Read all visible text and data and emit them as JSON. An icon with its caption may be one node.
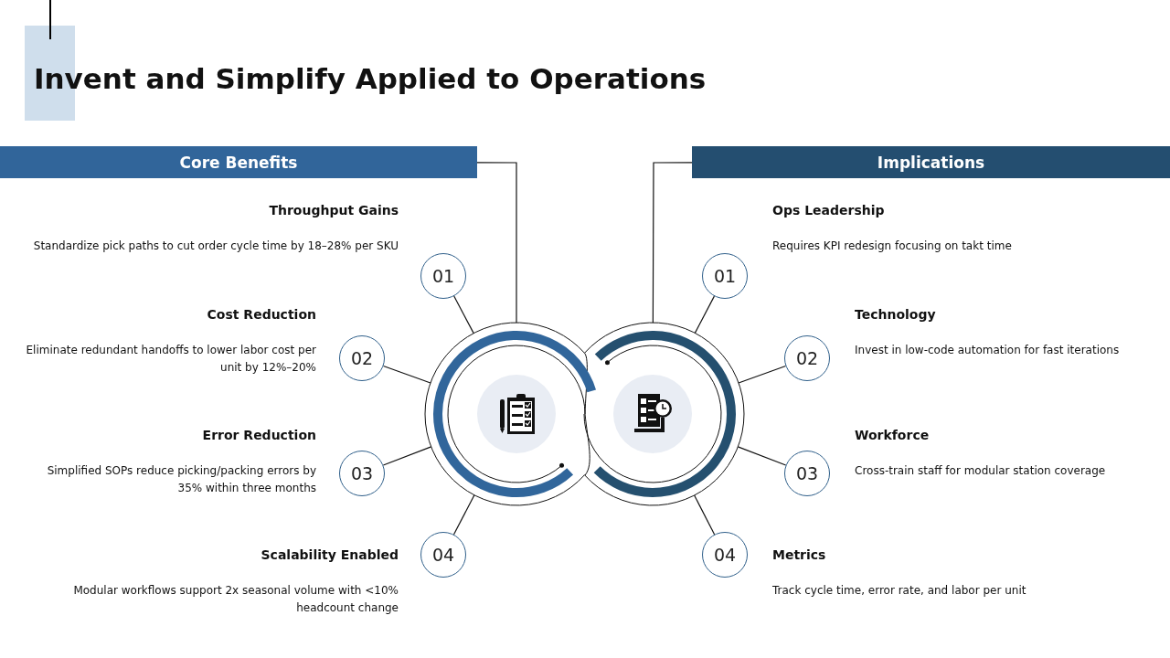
{
  "diagram": {
    "title": "Invent and Simplify Applied to Operations",
    "nodes": [
      {
        "text": [
          "Core Benefits"
        ]
      },
      {
        "text": [
          "Implications"
        ]
      },
      {
        "text": [],
        "shape": "circle"
      },
      {
        "text": [],
        "shape": "circle"
      },
      {
        "text": [
          "01"
        ],
        "beside": [
          "Throughput Gains",
          "Standardize pick paths to cut order cycle time by 18–28% per SKU"
        ]
      },
      {
        "text": [
          "02"
        ],
        "beside": [
          "Cost Reduction",
          "Eliminate redundant handoffs to lower labor cost per unit by 12%–20%"
        ]
      },
      {
        "text": [
          "03"
        ],
        "beside": [
          "Error Reduction",
          "Simplified SOPs reduce picking/packing errors by 35% within three months"
        ]
      },
      {
        "text": [
          "04"
        ],
        "beside": [
          "Scalability Enabled",
          "Modular workflows support 2x seasonal volume with <10% headcount change"
        ]
      },
      {
        "text": [
          "01"
        ],
        "beside": [
          "Ops Leadership",
          "Requires KPI redesign focusing on takt time"
        ]
      },
      {
        "text": [
          "02"
        ],
        "beside": [
          "Technology",
          "Invest in low-code automation for fast iterations"
        ]
      },
      {
        "text": [
          "03"
        ],
        "beside": [
          "Workforce",
          "Cross-train staff for modular station coverage"
        ]
      },
      {
        "text": [
          "04"
        ],
        "beside": [
          "Metrics",
          "Track cycle time, error rate, and labor per unit"
        ]
      }
    ],
    "edges": [
      {
        "from": 0,
        "to": 2,
        "arrow": "none"
      },
      {
        "from": 1,
        "to": 3,
        "arrow": "none"
      },
      {
        "from": 4,
        "to": 2,
        "arrow": "none"
      },
      {
        "from": 5,
        "to": 2,
        "arrow": "none"
      },
      {
        "from": 6,
        "to": 2,
        "arrow": "none"
      },
      {
        "from": 7,
        "to": 2,
        "arrow": "none"
      },
      {
        "from": 8,
        "to": 3,
        "arrow": "none"
      },
      {
        "from": 9,
        "to": 3,
        "arrow": "none"
      },
      {
        "from": 10,
        "to": 3,
        "arrow": "none"
      },
      {
        "from": 11,
        "to": 3,
        "arrow": "none"
      }
    ]
  }
}
